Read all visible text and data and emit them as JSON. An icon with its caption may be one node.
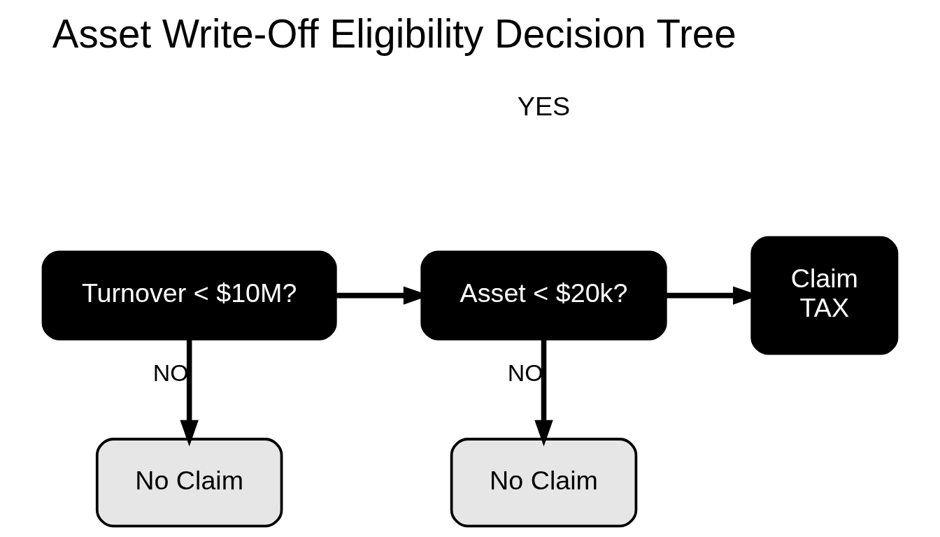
{
  "diagram": {
    "title": "Asset Write-Off Eligibility Decision Tree",
    "nodes": [
      {
        "text": [
          "Turnover < $10M?"
        ]
      },
      {
        "text": [
          "Asset < $20k?"
        ]
      },
      {
        "text": [
          "Claim",
          "TAX"
        ]
      },
      {
        "text": [
          "No Claim"
        ]
      },
      {
        "text": [
          "No Claim"
        ]
      }
    ],
    "edges": [
      {
        "from": 0,
        "to": 1,
        "arrow": "to"
      },
      {
        "from": 1,
        "to": 2,
        "arrow": "to"
      },
      {
        "from": 0,
        "to": 3,
        "arrow": "to",
        "label": "NO"
      },
      {
        "from": 1,
        "to": 4,
        "arrow": "to",
        "label": "NO"
      }
    ],
    "labels": [
      "YES"
    ]
  }
}
